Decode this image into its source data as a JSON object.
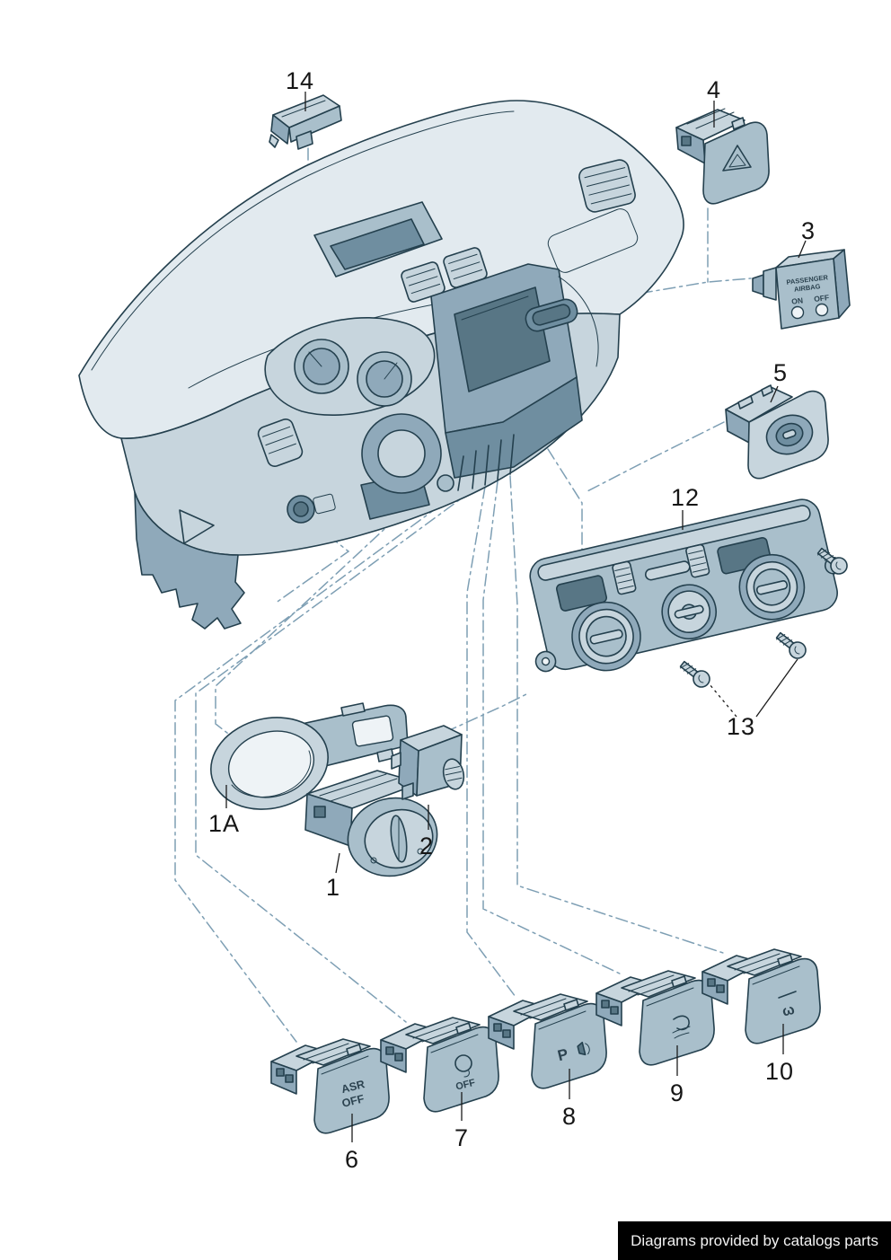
{
  "callouts": {
    "p1": {
      "label": "1"
    },
    "p1a": {
      "label": "1A"
    },
    "p2": {
      "label": "2"
    },
    "p3": {
      "label": "3"
    },
    "p4": {
      "label": "4"
    },
    "p5": {
      "label": "5"
    },
    "p6": {
      "label": "6"
    },
    "p7": {
      "label": "7"
    },
    "p8": {
      "label": "8"
    },
    "p9": {
      "label": "9"
    },
    "p10": {
      "label": "10"
    },
    "p12": {
      "label": "12"
    },
    "p13": {
      "label": "13"
    },
    "p14": {
      "label": "14"
    }
  },
  "switch_faces": {
    "airbag": {
      "line1": "PASSENGER",
      "line2": "AIRBAG",
      "on": "ON",
      "off": "OFF"
    },
    "asr": {
      "line1": "ASR",
      "line2": "OFF"
    },
    "monitoring": {
      "off": "OFF"
    },
    "parking": {
      "letter": "P"
    },
    "omega": {
      "glyph": "ω"
    }
  },
  "footer": {
    "text": "Diagrams provided by catalogs parts"
  },
  "colors": {
    "background": "#ffffff",
    "outline": "#24404e",
    "leader_line": "#7e9fb4",
    "panel_light": "#e2eaef",
    "panel_mid": "#a9bfcb",
    "panel_dark": "#6f8ea0",
    "label_text": "#161616",
    "footer_bg": "#000000",
    "footer_fg": "#f4f4f4"
  }
}
